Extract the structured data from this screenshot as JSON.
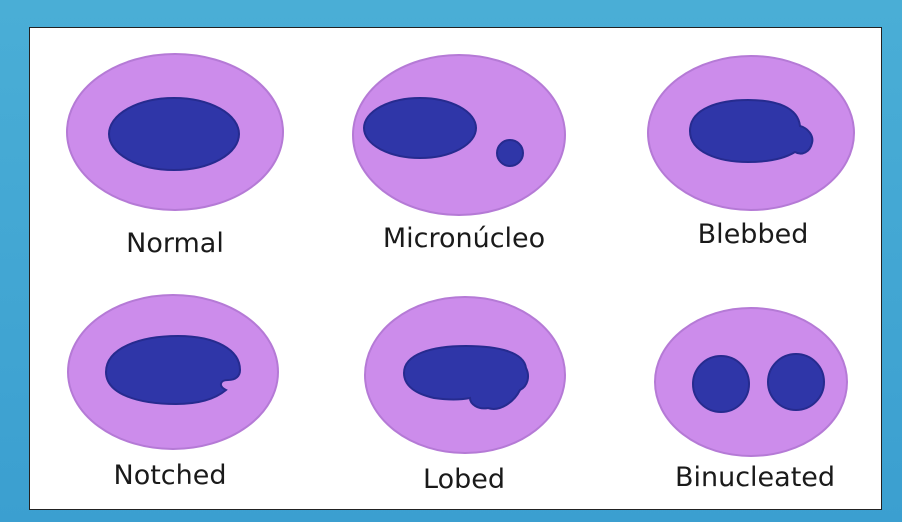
{
  "colors": {
    "background": "#3fa6d3",
    "panel": "#ffffff",
    "cytoplasm": "#cc8ceb",
    "cytoplasm_rim": "#b57ad6",
    "nucleus": "#2f36a8",
    "nucleus_rim": "#262b8f"
  },
  "cells": [
    {
      "label": "Normal",
      "shape": "oval-nucleus"
    },
    {
      "label": "Micronúcleo",
      "shape": "nucleus-with-micronucleus"
    },
    {
      "label": "Blebbed",
      "shape": "nucleus-with-bleb"
    },
    {
      "label": "Notched",
      "shape": "nucleus-with-notch"
    },
    {
      "label": "Lobed",
      "shape": "lobed-nucleus"
    },
    {
      "label": "Binucleated",
      "shape": "two-nuclei"
    }
  ]
}
